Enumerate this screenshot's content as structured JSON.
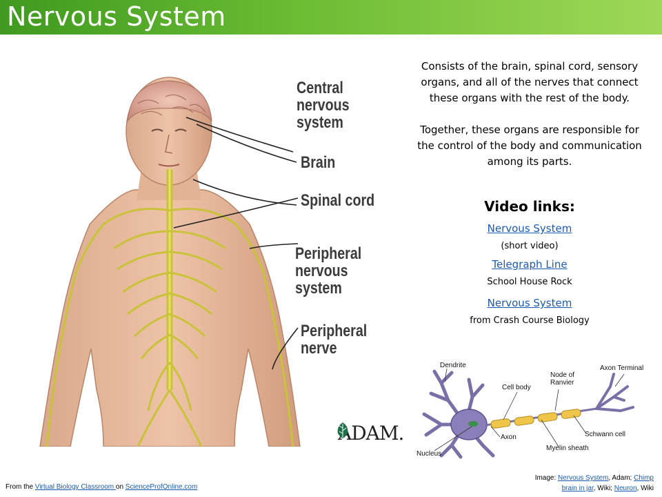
{
  "slide": {
    "title": "Nervous System"
  },
  "figure": {
    "labels": {
      "cns": "Central\nnervous\nsystem",
      "brain": "Brain",
      "spinal_cord": "Spinal cord",
      "pns": "Peripheral\nnervous\nsystem",
      "peripheral_nerve": "Peripheral\nnerve"
    },
    "logo": "ADAM."
  },
  "description": {
    "paragraph1": "Consists of the brain, spinal cord, sensory organs, and all of the nerves that connect these organs with the rest of the body.",
    "paragraph2": "Together, these organs are responsible for the control of the body and communication among its parts."
  },
  "video_links": {
    "heading": "Video links:",
    "items": [
      {
        "label": "Nervous System",
        "note": "(short video)"
      },
      {
        "label": "Telegraph Line",
        "note": "School House Rock"
      },
      {
        "label": "Nervous System",
        "note": "from  Crash Course Biology"
      }
    ]
  },
  "neuron_diagram": {
    "labels": {
      "dendrite": "Dendrite",
      "cell_body": "Cell body",
      "node": "Node of\nRanvier",
      "axon_terminal": "Axon Terminal",
      "axon": "Axon",
      "schwann": "Schwann cell",
      "nucleus": "Nucleus",
      "myelin": "Myelin sheath"
    }
  },
  "footer_left": {
    "prefix": "From the ",
    "link1": "Virtual Biology Classroom ",
    "middle": "on ",
    "link2": "ScienceProfOnline.com"
  },
  "footer_right": {
    "prefix": "Image: ",
    "link1": "Nervous System",
    "mid1": ", Adam; ",
    "link2": "Chimp",
    "link2b": "brain in jar",
    "mid2": ", Wiki; ",
    "link3": "Neuron",
    "suffix": ", Wiki"
  },
  "colors": {
    "title_bar_start": "#3f9a1f",
    "title_bar_end": "#9fd858",
    "link": "#1a5ab5",
    "nerve": "#c9c33a"
  }
}
